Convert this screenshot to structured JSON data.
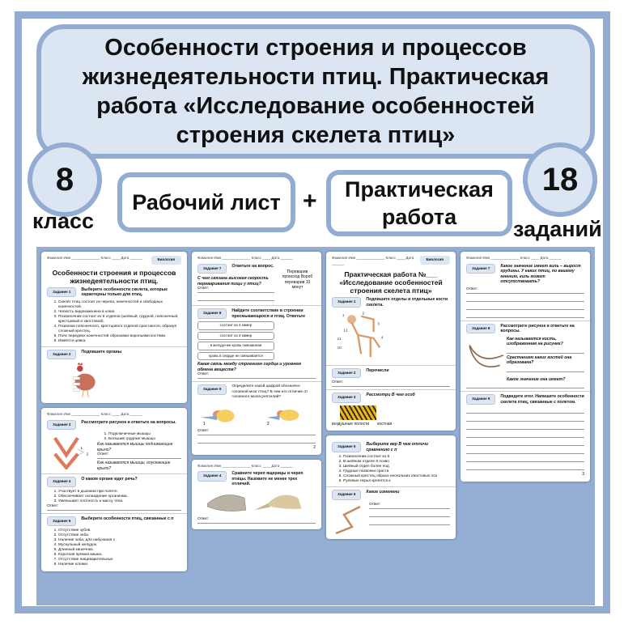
{
  "title": "Особенности строения и процессов жизнедеятельности птиц. Практическая работа «Исследование особенностей строения скелета птиц»",
  "grade": {
    "number": "8",
    "label": "класс"
  },
  "tasks_count": {
    "number": "18",
    "label": "заданий"
  },
  "worksheet_label": "Рабочий лист",
  "plus": "+",
  "practical_label": "Практическая работа",
  "colors": {
    "accent": "#92acd4",
    "light": "#dce5f2",
    "panel": "#94aed3"
  },
  "common": {
    "header": "Фамилия Имя ______________ Класс ____ Дата ______",
    "subject": "Биология",
    "answer": "Ответ:"
  },
  "sheet1": {
    "title": "Особенности строения и процессов жизнедеятельности птиц.",
    "t1": "Задание 1",
    "q1": "Выберите особенности скелета, которые характерны только для птиц.",
    "list1": [
      "Скелет птиц состоит из черепа, конечностей и свободных конечностей.",
      "Челюсть видоизменена в клюв.",
      "Позвоночник состоит из 5 отделов (шейный, грудной, поясничный, крестцовый и хвостовой).",
      "Позвонки поясничного, крестцового отделов срастаются, образуя сложный крестец.",
      "Пояс передних конечностей образован вороньими костями.",
      "Имеется цевка."
    ],
    "t2": "Задание 2",
    "q2": "Подпишите органы"
  },
  "sheet2": {
    "t3": "Задание 3",
    "q3": "Рассмотрите рисунок и ответьте на вопросы.",
    "list3": [
      "Подключичные мышцы",
      "Большие грудные мышцы"
    ],
    "q3a": "Как называются мышцы поднимающие крыло?",
    "q3b": "Как называются мышцы, опускающие крыло?",
    "n1": "1",
    "n2": "2",
    "t4": "Задание 4",
    "q4": "О каком органе идет речь?",
    "list4": [
      "Участвует в дыхании при полете.",
      "Обеспечивает охлаждение организма.",
      "Уменьшает плотность и массу тела."
    ],
    "t6": "Задание 6",
    "q6": "Выберите особенности птиц, связанные с п",
    "list6": [
      "Отсутствие зубов.",
      "Отсутствие зоба.",
      "Наличие зоба, для набухания с",
      "Мускульный желудок.",
      "Длинный кишечник.",
      "Короткая прямая кишка.",
      "Отсутствие пищеварительных",
      "Наличие клоаки."
    ]
  },
  "sheet3": {
    "t7": "Задание 7",
    "q7": "Ответьте на вопрос.",
    "q7a": "С чем связана высокая скорость переваривания пищи у птиц?",
    "side": "Переварив происход Вороб переварив 10 минут",
    "t8": "Задание 8",
    "q8": "Найдите соответствие в строении пресмыкающихся и птиц. Ответьте",
    "boxes": [
      "состоит из 4 камер",
      "состоит из 3 камер",
      "в желудочке кровь смешанная",
      "кровь в сердце не смешивается"
    ],
    "q8a": "Какая связь между строением сердца и уровнем обмена веществ?",
    "t9": "Задание 9",
    "q9": "Определите какой цифрой обозначен головной мозг птиц? В чем его отличие от головного мозга рептилий?",
    "b1": "1",
    "b2": "2",
    "page": "2"
  },
  "sheet4": {
    "title": "Практическая работа №___ «Исследование особенностей строения скелета птиц»",
    "t1": "Задание 1",
    "q1": "Подпишите отделы и отдельные кости скелета.",
    "t2": "Задание 2",
    "q2": "Перечисли",
    "t3": "Задание 3",
    "q3": "Рассмотри В чем особ",
    "l1": "воздушные полости",
    "l2": "костная"
  },
  "sheet5": {
    "t4": "Задание 4",
    "q4": "Сравните череп ящерицы и череп птицы. Назовите не менее трех отличий."
  },
  "sheet6": {
    "t5": "Задание 5",
    "q5": "Выберите вер В чем отличи сравнению с п",
    "list5": [
      "Позвоночник состоит из 5",
      "В шейном отделе 8 позво",
      "Шейный отдел более под",
      "Грудные позвонки сраста",
      "Сложный крестец образо нескольких хвостовых поз",
      "Рулевые перья крепятся к"
    ],
    "t6": "Задание 6",
    "q6": "Какие изменени"
  },
  "sheet7": {
    "t7": "Задание 7",
    "q7": "Какое значение имеет киль – вырост грудины. У каких птиц, по вашему мнению, киль может отсутствовать?",
    "t8": "Задание 8",
    "q8": "Рассмотрите рисунок и ответьте на вопросы.",
    "q8a": "Как называется кость, изображенная на рисунке?",
    "q8b": "Срастанием каких костей она образована?",
    "q8c": "Какое значение она имеет?",
    "t9": "Задание 9",
    "q9": "Подведите итог. Напишите особенности скелета птиц, связанные с полетом.",
    "page": "3"
  }
}
